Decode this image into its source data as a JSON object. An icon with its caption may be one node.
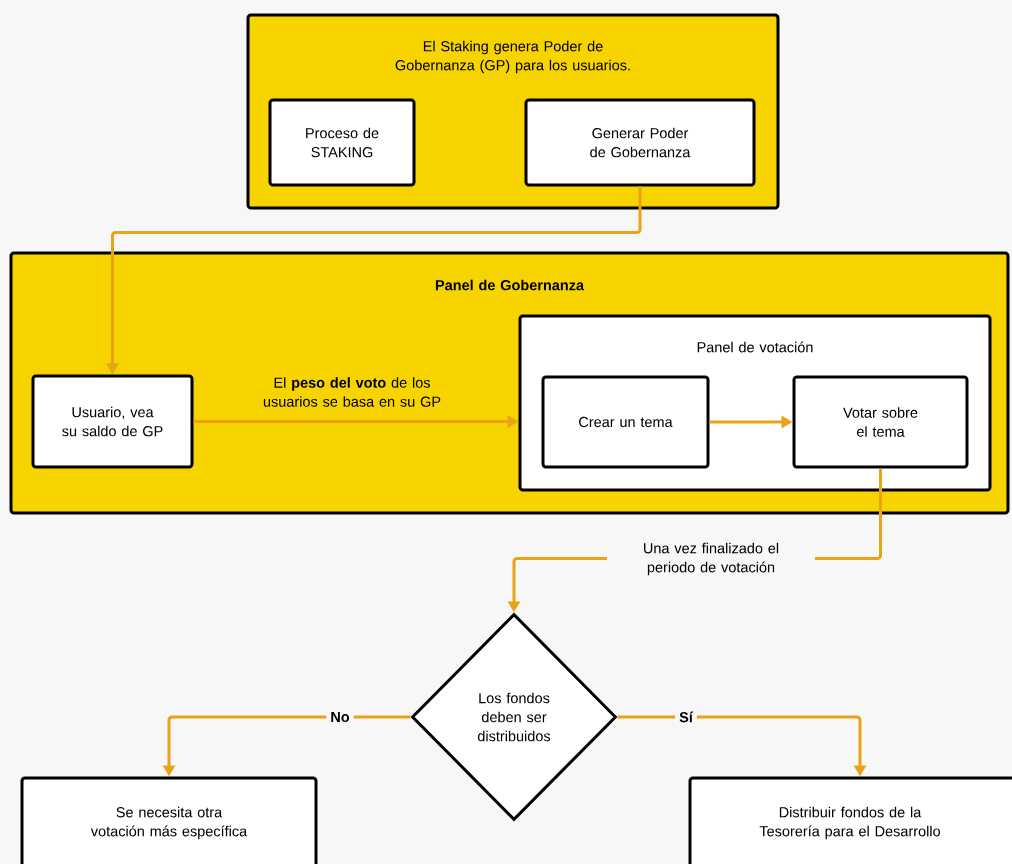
{
  "diagram": {
    "nodes": [
      {
        "text": [
          "El Staking genera Poder de Gobernanza (GP) para los usuarios."
        ]
      },
      {
        "text": [
          "Proceso de STAKING"
        ],
        "in": 0
      },
      {
        "text": [
          "Generar Poder de Gobernanza"
        ],
        "in": 0
      },
      {
        "text": [
          "Panel de Gobernanza"
        ]
      },
      {
        "text": [
          "Usuario, vea su saldo de GP"
        ],
        "in": 3
      },
      {
        "text": [
          "Panel de votación"
        ],
        "in": 3
      },
      {
        "text": [
          "Crear un tema"
        ],
        "in": 5
      },
      {
        "text": [
          "Votar sobre el tema"
        ],
        "in": 5
      },
      {
        "text": [
          "Los fondos deben ser distribuidos"
        ]
      },
      {
        "text": [
          "Se necesita otra votación más específica"
        ]
      },
      {
        "text": [
          "Distribuir fondos de la Tesorería para el Desarrollo"
        ]
      }
    ],
    "edges": [
      {
        "from": 2,
        "to": 4,
        "arrow": "to"
      },
      {
        "from": 4,
        "to": 5,
        "arrow": "to",
        "label": "El **peso del voto** de los usuarios se basa en su GP"
      },
      {
        "from": 6,
        "to": 7,
        "arrow": "to"
      },
      {
        "from": 7,
        "to": 8,
        "arrow": "to",
        "label": "Una vez finalizado el periodo de votación"
      },
      {
        "from": 8,
        "to": 9,
        "arrow": "to",
        "label": "No"
      },
      {
        "from": 8,
        "to": 10,
        "arrow": "to",
        "label": "Sí"
      }
    ]
  }
}
